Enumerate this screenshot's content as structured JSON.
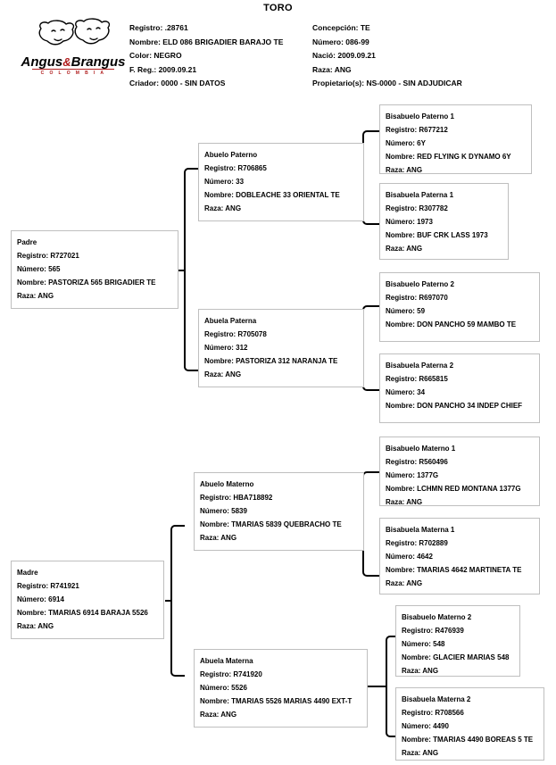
{
  "document": {
    "title": "TORO"
  },
  "logo": {
    "wordmark_left": "Angus",
    "wordmark_amp": "&",
    "wordmark_right": "Brangus",
    "subtitle": "C O L O M B I A",
    "accent_color": "#b01c1c"
  },
  "header": {
    "left_column": [
      "Registro: .28761",
      "Nombre: ELD 086 BRIGADIER BARAJO TE",
      "Color: NEGRO",
      "F. Reg.: 2009.09.21",
      "Criador: 0000 - SIN DATOS"
    ],
    "right_column": [
      "Concepción: TE",
      "Número: 086-99",
      "Nació: 2009.09.21",
      "Raza: ANG",
      "Propietario(s): NS-0000 - SIN ADJUDICAR"
    ]
  },
  "pedigree": {
    "padre": {
      "role": "Padre",
      "registro": "Registro: R727021",
      "numero": "Número: 565",
      "nombre": "Nombre: PASTORIZA 565 BRIGADIER TE",
      "raza": "Raza: ANG"
    },
    "madre": {
      "role": "Madre",
      "registro": "Registro: R741921",
      "numero": "Número: 6914",
      "nombre": "Nombre: TMARIAS 6914 BARAJA 5526",
      "raza": "Raza: ANG"
    },
    "abuelo_paterno": {
      "role": "Abuelo Paterno",
      "registro": "Registro: R706865",
      "numero": "Número: 33",
      "nombre": "Nombre: DOBLEACHE 33 ORIENTAL TE",
      "raza": "Raza: ANG"
    },
    "abuela_paterna": {
      "role": "Abuela Paterna",
      "registro": "Registro: R705078",
      "numero": "Número: 312",
      "nombre": "Nombre: PASTORIZA 312 NARANJA TE",
      "raza": "Raza: ANG"
    },
    "abuelo_materno": {
      "role": "Abuelo Materno",
      "registro": "Registro: HBA718892",
      "numero": "Número: 5839",
      "nombre": "Nombre: TMARIAS 5839 QUEBRACHO TE",
      "raza": "Raza: ANG"
    },
    "abuela_materna": {
      "role": "Abuela Materna",
      "registro": "Registro: R741920",
      "numero": "Número: 5526",
      "nombre": "Nombre: TMARIAS 5526 MARIAS 4490 EXT-T",
      "raza": "Raza: ANG"
    },
    "bisabuelo_paterno_1": {
      "role": "Bisabuelo Paterno 1",
      "registro": "Registro: R677212",
      "numero": "Número: 6Y",
      "nombre": "Nombre: RED FLYING K DYNAMO 6Y",
      "raza": "Raza: ANG"
    },
    "bisabuela_paterna_1": {
      "role": "Bisabuela Paterna 1",
      "registro": "Registro: R307782",
      "numero": "Número: 1973",
      "nombre": "Nombre: BUF CRK LASS 1973",
      "raza": "Raza: ANG"
    },
    "bisabuelo_paterno_2": {
      "role": "Bisabuelo Paterno 2",
      "registro": "Registro: R697070",
      "numero": "Número: 59",
      "nombre": "Nombre: DON PANCHO 59 MAMBO TE",
      "raza": ""
    },
    "bisabuela_paterna_2": {
      "role": "Bisabuela Paterna 2",
      "registro": "Registro: R665815",
      "numero": "Número: 34",
      "nombre": "Nombre: DON PANCHO 34 INDEP CHIEF",
      "raza": ""
    },
    "bisabuelo_materno_1": {
      "role": "Bisabuelo Materno 1",
      "registro": "Registro: R560496",
      "numero": "Número: 1377G",
      "nombre": "Nombre: LCHMN RED MONTANA 1377G",
      "raza": "Raza: ANG"
    },
    "bisabuela_materna_1": {
      "role": "Bisabuela Materna 1",
      "registro": "Registro: R702889",
      "numero": "Número: 4642",
      "nombre": "Nombre: TMARIAS 4642 MARTINETA TE",
      "raza": "Raza: ANG"
    },
    "bisabuelo_materno_2": {
      "role": "Bisabuelo Materno 2",
      "registro": "Registro: R476939",
      "numero": "Número: 548",
      "nombre": "Nombre: GLACIER MARIAS 548",
      "raza": "Raza: ANG"
    },
    "bisabuela_materna_2": {
      "role": "Bisabuela Materna 2",
      "registro": "Registro: R708566",
      "numero": "Número: 4490",
      "nombre": "Nombre: TMARIAS 4490 BOREAS 5 TE",
      "raza": "Raza: ANG"
    }
  }
}
